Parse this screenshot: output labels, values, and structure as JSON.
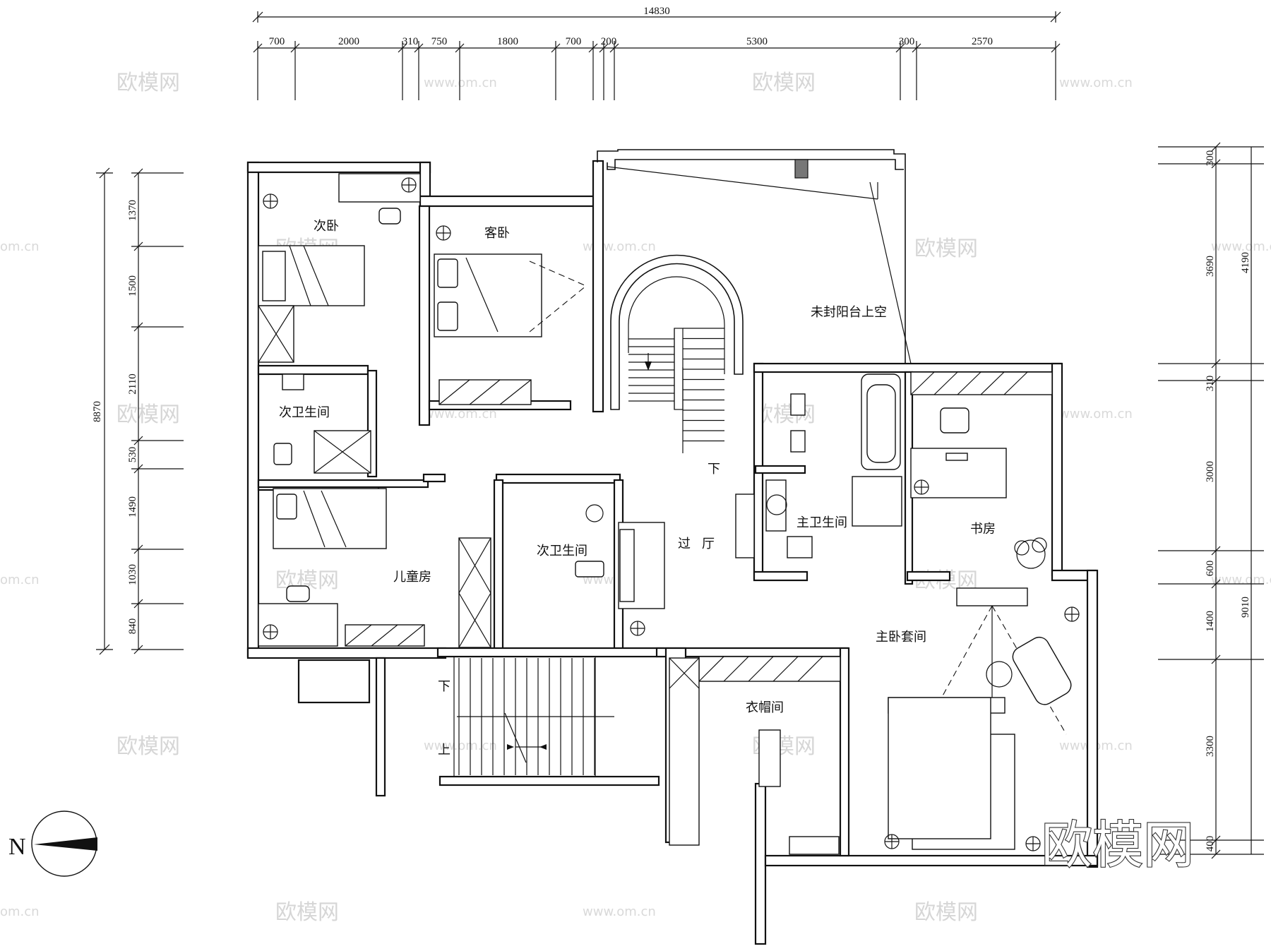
{
  "dimensions": {
    "top_total": "14830",
    "top_segments": [
      "700",
      "2000",
      "310",
      "750",
      "1800",
      "700",
      "200",
      "5300",
      "300",
      "2570"
    ],
    "left_total": "8870",
    "left_segments": [
      "1370",
      "1500",
      "2110",
      "530",
      "1490",
      "1030",
      "840"
    ],
    "right_inner": [
      "300",
      "3690",
      "310",
      "3000",
      "600",
      "1400",
      "3300",
      "400"
    ],
    "right_outer": [
      "4190",
      "9010"
    ]
  },
  "rooms": {
    "bedroom2": "次卧",
    "guest_bedroom": "客卧",
    "balcony_void": "未封阳台上空",
    "bath2_a": "次卫生间",
    "bath2_b": "次卫生间",
    "master_bath": "主卫生间",
    "study": "书房",
    "hall": "过厅",
    "kids_room": "儿童房",
    "master_suite": "主卧套间",
    "closet": "衣帽间"
  },
  "stairs": {
    "down_main": "下",
    "down_lower": "下",
    "up_lower": "上"
  },
  "compass": {
    "north_label": "N"
  },
  "watermarks": {
    "brand": "欧模网",
    "url": "www.om.cn",
    "url_edge": "om.cn"
  }
}
